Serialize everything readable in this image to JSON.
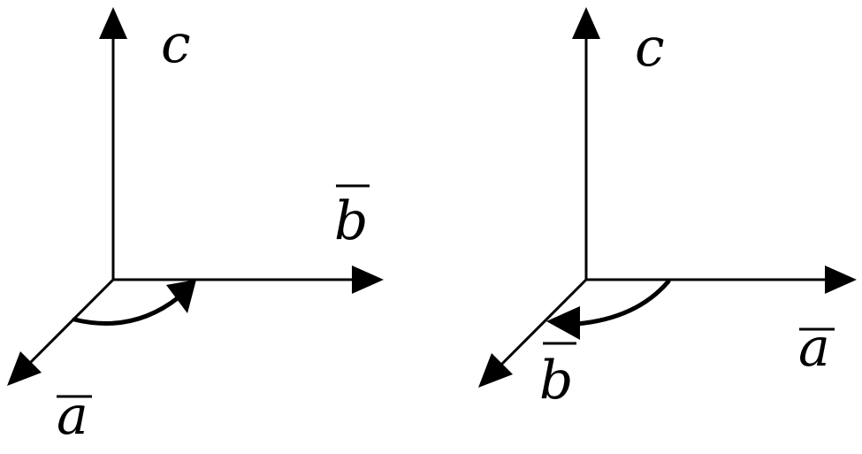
{
  "left": {
    "label_c": "c",
    "label_b": "b",
    "label_a": "a"
  },
  "right": {
    "label_c": "c",
    "label_b": "b",
    "label_a": "a"
  }
}
